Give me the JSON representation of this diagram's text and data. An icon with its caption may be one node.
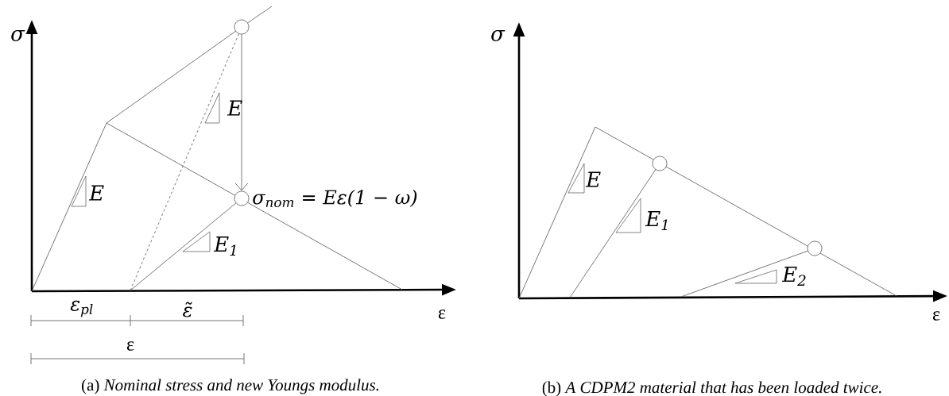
{
  "diagram": {
    "nodes": [
      {
        "text": [],
        "shape": "circle"
      },
      {
        "text": [],
        "shape": "circle",
        "beside": [
          "σ$_{nom}$ = Eε(1 − ω)"
        ]
      },
      {
        "text": [],
        "shape": "circle"
      },
      {
        "text": [],
        "shape": "circle"
      }
    ],
    "edges": [
      {
        "from": 0,
        "to": 1,
        "arrow": "to"
      }
    ],
    "labels": [
      "σ",
      "E",
      "E",
      "E$_{1}$",
      "ε",
      "ε$_{pl}$",
      "ε̃",
      "ε",
      "(a) *Nominal stress and new Youngs modulus.*",
      "σ",
      "E",
      "E$_{1}$",
      "E$_{2}$",
      "ε",
      "(b) *A CDPM2 material that has been loaded twice.*"
    ]
  }
}
